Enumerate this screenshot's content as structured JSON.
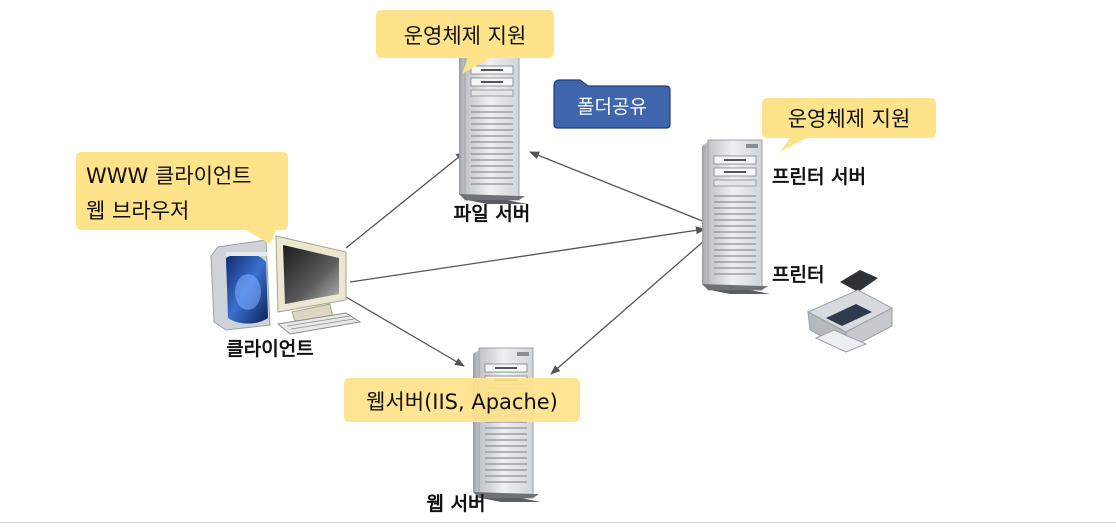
{
  "nodes": {
    "file_server": {
      "label": "파일 서버"
    },
    "print_server": {
      "label": "프린터 서버"
    },
    "printer": {
      "label": "프린터"
    },
    "client": {
      "label": "클라이언트"
    },
    "web_server": {
      "label": "웹 서버"
    }
  },
  "callouts": {
    "file_server_os": "운영체제 지원",
    "print_server_os": "운영체제 지원",
    "client_line1": "WWW 클라이언트",
    "client_line2": "웹 브라우저",
    "web_server_sw": "웹서버(IIS, Apache)"
  },
  "tags": {
    "folder_share": "폴더공유"
  },
  "colors": {
    "callout_fill": "#FFE38A",
    "folder_tag_fill": "#3F66AD",
    "arrow": "#555555"
  }
}
